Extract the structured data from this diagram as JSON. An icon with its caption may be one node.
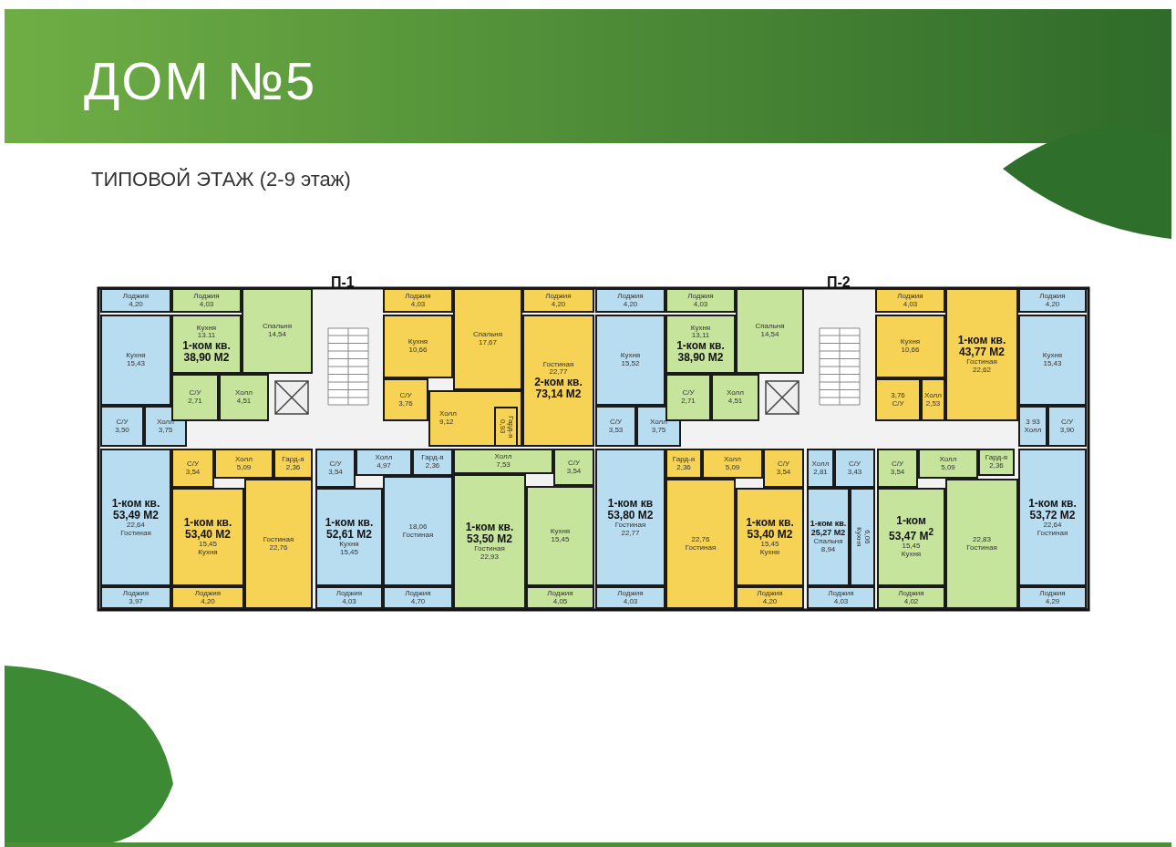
{
  "diagram": {
    "title": "ДОМ №5",
    "nodes": [
      {
        "text": [
          "Лоджия",
          "4,20"
        ]
      },
      {
        "text": [
          "Кухня",
          "15,43"
        ]
      },
      {
        "text": [
          "С/У",
          "3,50"
        ]
      },
      {
        "text": [
          "Холл",
          "3,75"
        ]
      },
      {
        "text": [
          "Лоджия",
          "4,03"
        ]
      },
      {
        "text": [
          "Кухня",
          "13.11",
          "1-ком кв.",
          "38,90 М2"
        ]
      },
      {
        "text": [
          "С/У",
          "2,71"
        ]
      },
      {
        "text": [
          "Холл",
          "4,51"
        ]
      },
      {
        "text": [
          "Спальня",
          "14,54"
        ]
      },
      {
        "text": [
          "Лоджия",
          "4,03"
        ]
      },
      {
        "text": [
          "Кухня",
          "10,66"
        ]
      },
      {
        "text": [
          "С/У",
          "3,76"
        ]
      },
      {
        "text": [
          "Холл",
          "9,12"
        ]
      },
      {
        "text": [
          "Гард-я",
          "0,93"
        ],
        "in": 12
      },
      {
        "text": [
          "Спальня",
          "17,67"
        ]
      },
      {
        "text": [
          "Лоджия",
          "4,20"
        ]
      },
      {
        "text": [
          "Гостиная",
          "22,77",
          "2-ком кв.",
          "73,14 М2"
        ]
      },
      {
        "text": [
          "Лоджия",
          "4,20"
        ]
      },
      {
        "text": [
          "Кухня",
          "15,52"
        ]
      },
      {
        "text": [
          "С/У",
          "3,53"
        ]
      },
      {
        "text": [
          "Холл",
          "3,75"
        ]
      },
      {
        "text": [
          "Лоджия",
          "4,03"
        ]
      },
      {
        "text": [
          "Кухня",
          "13,11",
          "1-ком кв.",
          "38,90 М2"
        ]
      },
      {
        "text": [
          "С/У",
          "2,71"
        ]
      },
      {
        "text": [
          "Холл",
          "4,51"
        ]
      },
      {
        "text": [
          "Спальня",
          "14,54"
        ]
      },
      {
        "text": [
          "Лоджия",
          "4,03"
        ]
      },
      {
        "text": [
          "Кухня",
          "10,66"
        ]
      },
      {
        "text": [
          "3,76",
          "С/У"
        ]
      },
      {
        "text": [
          "Холл",
          "2,53"
        ]
      },
      {
        "text": [
          "1-ком кв.",
          "43,77 М2",
          "Гостиная",
          "22,62"
        ]
      },
      {
        "text": [
          "Лоджия",
          "4,20"
        ]
      },
      {
        "text": [
          "Кухня",
          "15,43"
        ]
      },
      {
        "text": [
          "3 93",
          "Холл"
        ]
      },
      {
        "text": [
          "С/У",
          "3,90"
        ]
      },
      {
        "text": [
          "1-ком кв.",
          "53,49 М2",
          "22,64",
          "Гостиная"
        ]
      },
      {
        "text": [
          "Лоджия",
          "3,97"
        ]
      },
      {
        "text": [
          "С/У",
          "3,54"
        ]
      },
      {
        "text": [
          "Холл",
          "5,09"
        ]
      },
      {
        "text": [
          "Гард-я",
          "2,36"
        ]
      },
      {
        "text": [
          "1-ком кв.",
          "53,40 М2",
          "15,45",
          "Кухня"
        ]
      },
      {
        "text": [
          "Лоджия",
          "4,20"
        ]
      },
      {
        "text": [
          "Гостиная",
          "22,76"
        ]
      },
      {
        "text": [
          "С/У",
          "3,54"
        ]
      },
      {
        "text": [
          "Холл",
          "4,97"
        ]
      },
      {
        "text": [
          "Гард-я",
          "2,36"
        ]
      },
      {
        "text": [
          "1-ком кв.",
          "52,61 М2",
          "Кухня",
          "15,45"
        ]
      },
      {
        "text": [
          "Лоджия",
          "4,03"
        ]
      },
      {
        "text": [
          "18,06",
          "Гостиная"
        ]
      },
      {
        "text": [
          "Лоджия",
          "4,70"
        ]
      },
      {
        "text": [
          "Холл",
          "7,53"
        ]
      },
      {
        "text": [
          "1-ком кв.",
          "53,50 М2",
          "Гостиная",
          "22,93"
        ]
      },
      {
        "text": [
          "С/У",
          "3,54"
        ]
      },
      {
        "text": [
          "Кухня",
          "15,45"
        ]
      },
      {
        "text": [
          "Лоджия",
          "4,05"
        ]
      },
      {
        "text": [
          "1-ком кв",
          "53,80 М2",
          "Гостиная",
          "22,77"
        ]
      },
      {
        "text": [
          "Лоджия",
          "4,03"
        ]
      },
      {
        "text": [
          "Гард-я",
          "2,36"
        ]
      },
      {
        "text": [
          "22,76",
          "Гостиная"
        ]
      },
      {
        "text": [
          "Холл",
          "5,09"
        ]
      },
      {
        "text": [
          "С/У",
          "3,54"
        ]
      },
      {
        "text": [
          "1-ком кв.",
          "53,40 М2",
          "15,45",
          "Кухня"
        ]
      },
      {
        "text": [
          "Лоджия",
          "4,20"
        ]
      },
      {
        "text": [
          "Холл",
          "2,81"
        ]
      },
      {
        "text": [
          "С/У",
          "3,43"
        ]
      },
      {
        "text": [
          "1-ком кв.",
          "25,27 М2",
          "Спальня",
          "8,94"
        ]
      },
      {
        "text": [
          "6,06",
          "Кухня"
        ]
      },
      {
        "text": [
          "Лоджия",
          "4,03"
        ]
      },
      {
        "text": [
          "С/У",
          "3,54"
        ]
      },
      {
        "text": [
          "Холл",
          "5,09"
        ]
      },
      {
        "text": [
          "Гард-я",
          "2,36"
        ]
      },
      {
        "text": [
          "1-ком",
          "53,47 М$^{2}$",
          "15,45",
          "Кухня"
        ]
      },
      {
        "text": [
          "Лоджия",
          "4,02"
        ]
      },
      {
        "text": [
          "22,83",
          "Гостиная"
        ]
      },
      {
        "text": [
          "1-ком кв.",
          "53,72 М2",
          "22,64",
          "Гостиная"
        ]
      },
      {
        "text": [
          "Лоджия",
          "4,29"
        ]
      }
    ],
    "edges": [],
    "labels": [
      "ТИПОВОЙ ЭТАЖ (2-9 этаж)",
      "П-1",
      "П-2"
    ]
  }
}
